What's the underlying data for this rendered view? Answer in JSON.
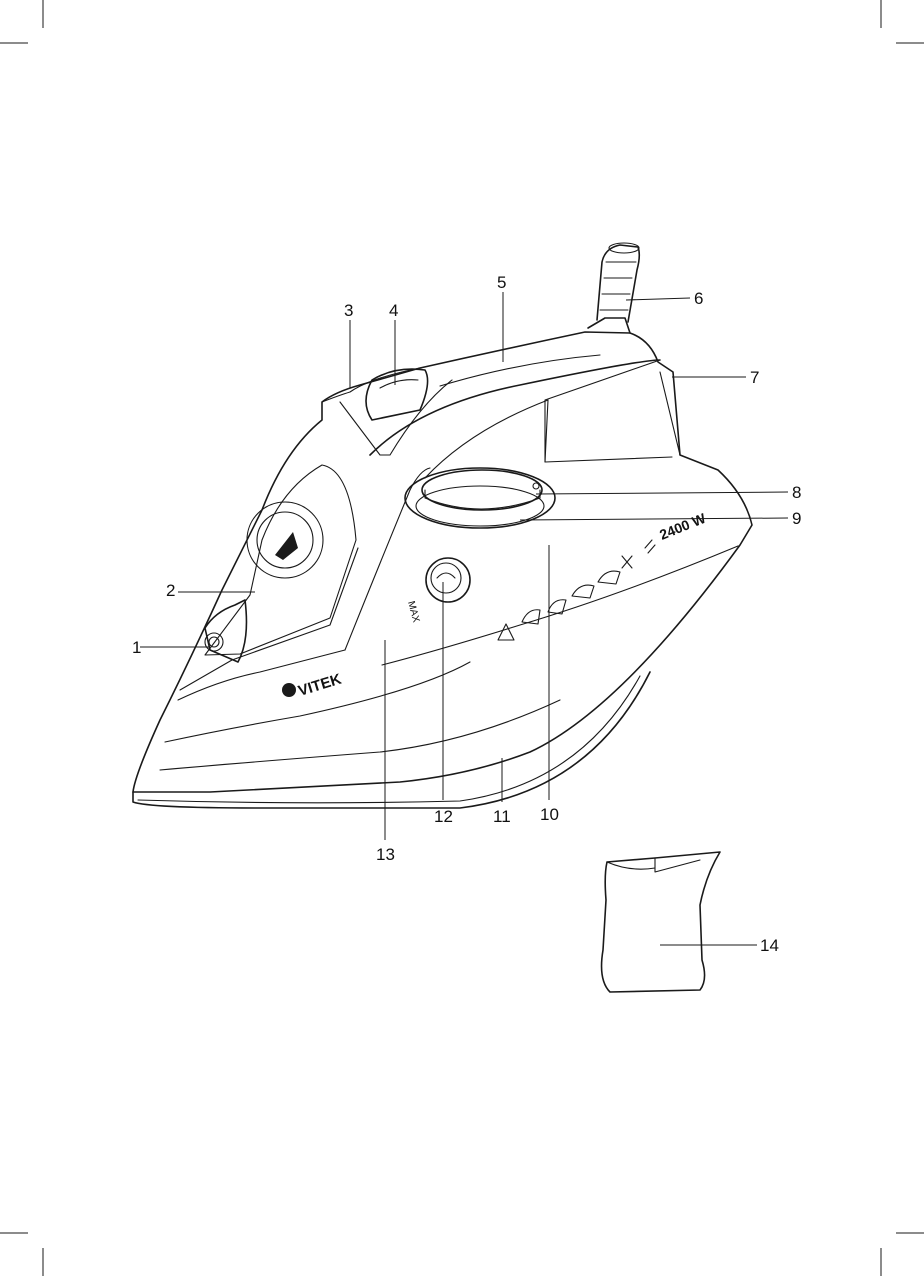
{
  "brand": "VITEK",
  "power_label": "2400 W",
  "max_label": "MAX",
  "callouts": [
    "1",
    "2",
    "3",
    "4",
    "5",
    "6",
    "7",
    "8",
    "9",
    "10",
    "11",
    "12",
    "13",
    "14"
  ]
}
